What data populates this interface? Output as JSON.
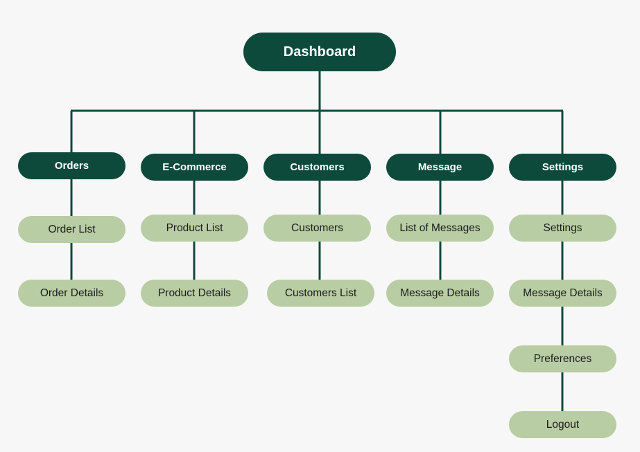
{
  "root": {
    "label": "Dashboard"
  },
  "branches": [
    {
      "label": "Orders",
      "items": [
        "Order List",
        "Order Details"
      ]
    },
    {
      "label": "E-Commerce",
      "items": [
        "Product List",
        "Product Details"
      ]
    },
    {
      "label": "Customers",
      "items": [
        "Customers",
        "Customers List"
      ]
    },
    {
      "label": "Message",
      "items": [
        "List of Messages",
        "Message Details"
      ]
    },
    {
      "label": "Settings",
      "items": [
        "Settings",
        "Message Details",
        "Preferences",
        "Logout"
      ]
    }
  ],
  "colors": {
    "dark_node": "#0d4a3c",
    "light_node": "#b8cda4",
    "background": "#f7f7f7"
  }
}
